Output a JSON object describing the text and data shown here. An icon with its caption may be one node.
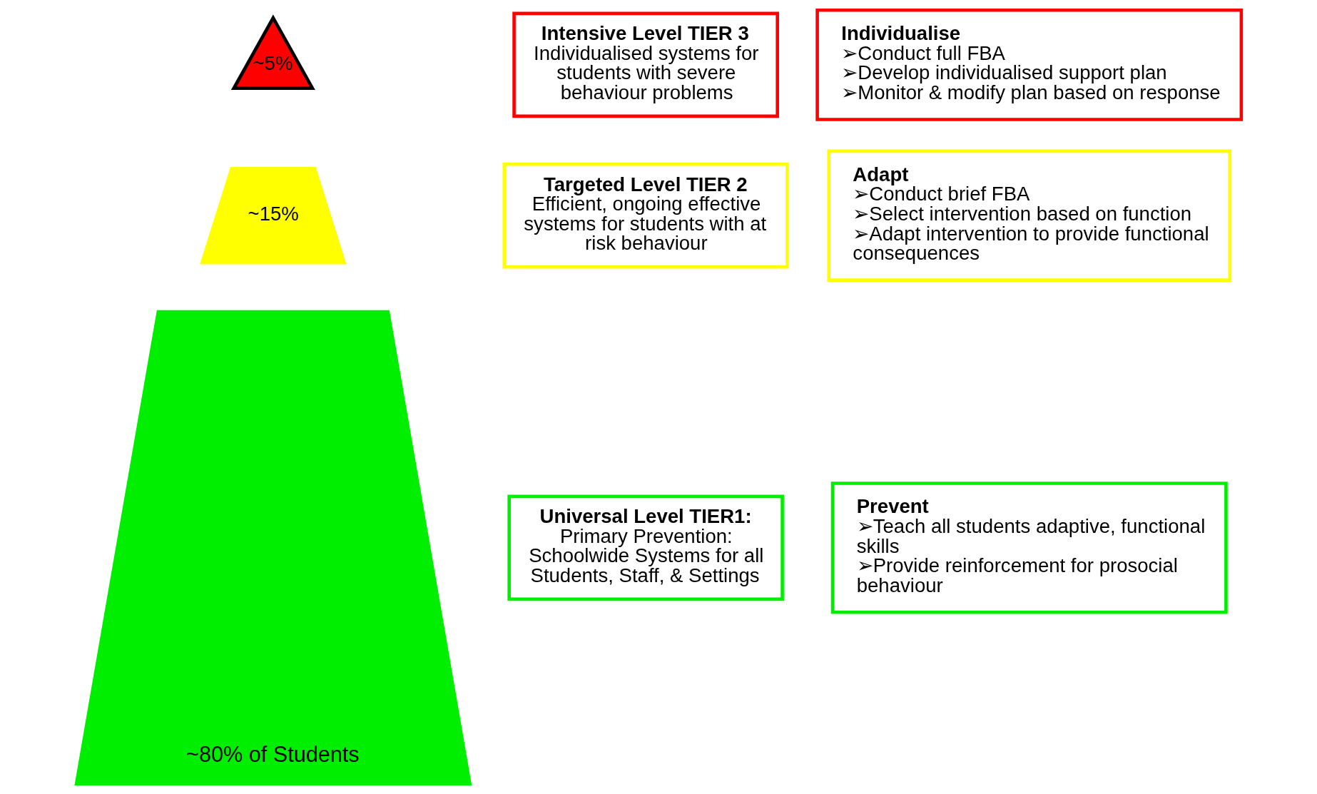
{
  "diagram": {
    "nodes": [
      {
        "text": [
          "~5%"
        ]
      },
      {
        "text": [
          "~15%"
        ]
      },
      {
        "text": [
          "~80% of Students"
        ]
      },
      {
        "text": [
          "Intensive Level TIER 3",
          "Individualised systems for students with severe behaviour problems"
        ]
      },
      {
        "text": [
          "Individualise",
          "➢Conduct full FBA",
          "➢Develop individualised support plan",
          "➢Monitor & modify plan based on response"
        ]
      },
      {
        "text": [
          "Targeted Level TIER 2",
          "Efficient, ongoing effective systems for students with at risk behaviour"
        ]
      },
      {
        "text": [
          "Adapt",
          "➢Conduct brief FBA",
          "➢Select intervention based on function",
          "➢Adapt intervention to provide functional consequences"
        ]
      },
      {
        "text": [
          "Universal Level TIER1:",
          "Primary Prevention: Schoolwide Systems for all Students, Staff, & Settings"
        ]
      },
      {
        "text": [
          "Prevent",
          "➢Teach all students adaptive, functional skills",
          "➢Provide reinforcement for prosocial behaviour"
        ]
      }
    ],
    "edges": []
  }
}
